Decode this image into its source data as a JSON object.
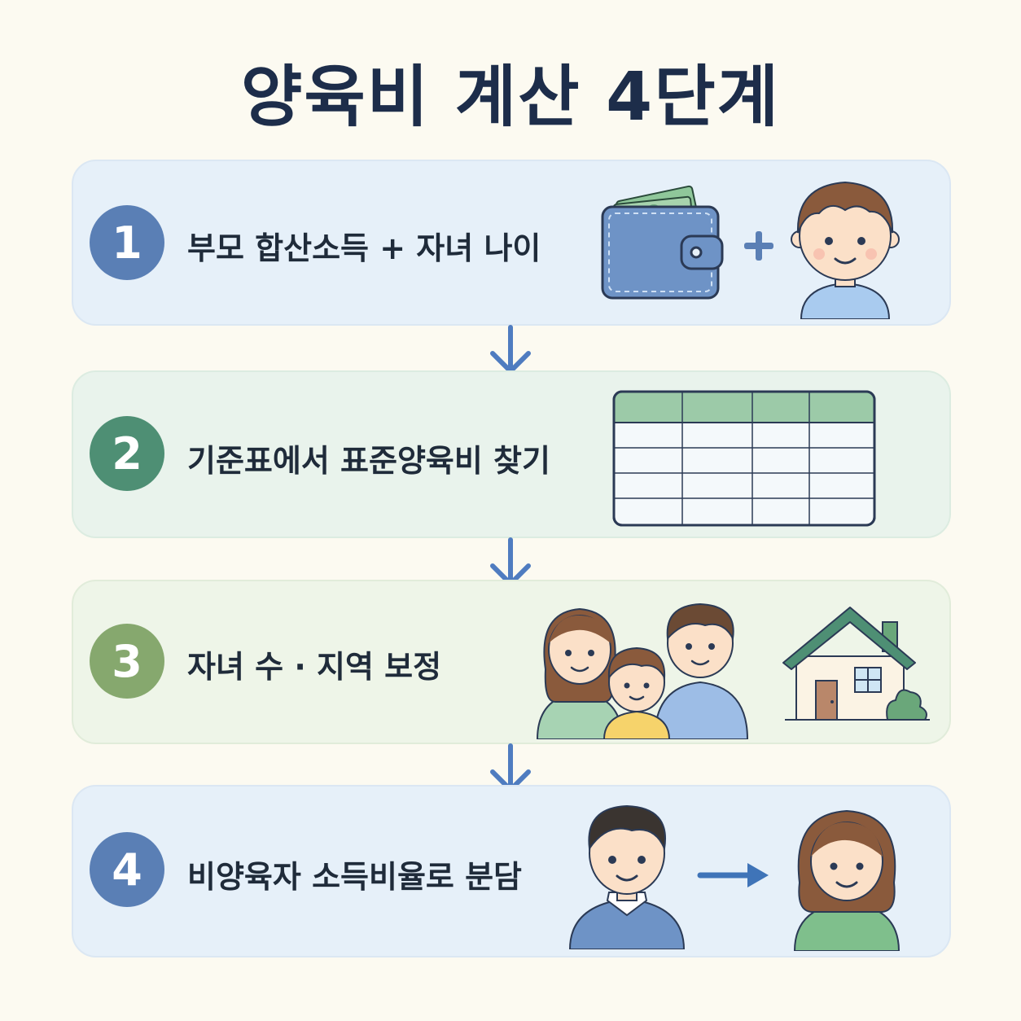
{
  "title": "양육비 계산 4단계",
  "colors": {
    "background": "#fcfaf1",
    "title": "#1d2d4a",
    "step1_card": "#e6f0f9",
    "step2_card": "#e9f3ec",
    "step3_card": "#eef5e8",
    "step4_card": "#e6f0f9",
    "badge1": "#5a7fb5",
    "badge2": "#4e8f74",
    "badge3": "#86a86e",
    "badge4": "#5a7fb5",
    "arrow": "#4f7cc0"
  },
  "steps": [
    {
      "number": "1",
      "text": "부모 합산소득 + 자녀 나이"
    },
    {
      "number": "2",
      "text": "기준표에서 표준양육비 찾기"
    },
    {
      "number": "3",
      "text": "자녀 수 · 지역 보정"
    },
    {
      "number": "4",
      "text": "비양육자 소득비율로 분담"
    }
  ]
}
